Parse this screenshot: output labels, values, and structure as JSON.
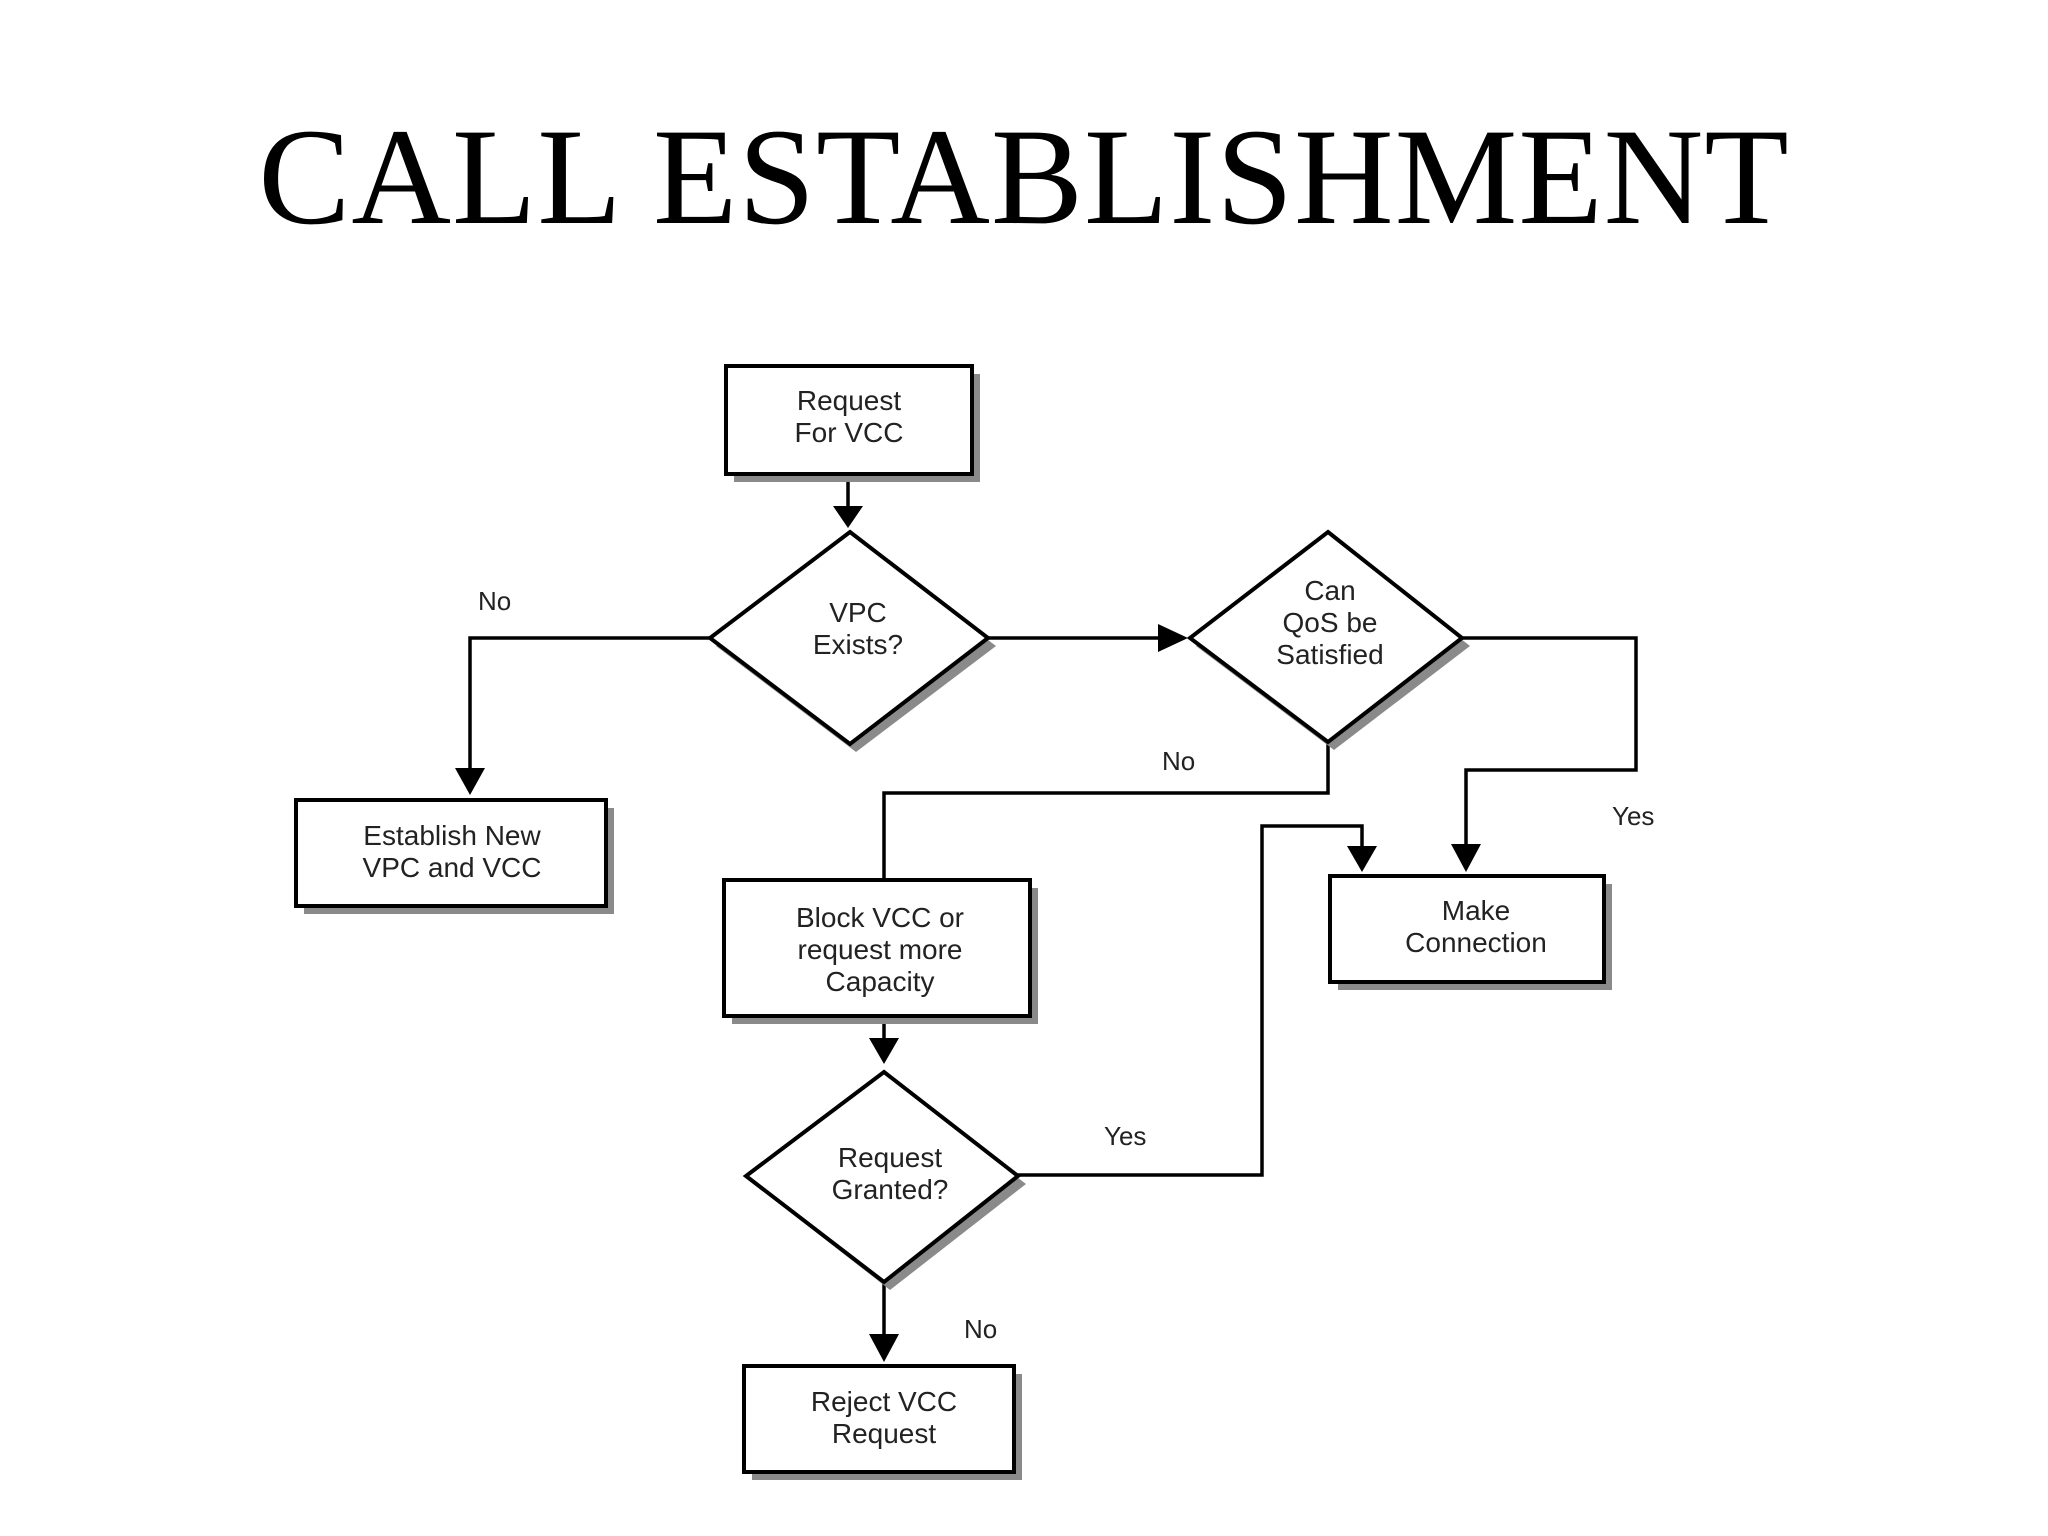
{
  "title": "CALL ESTABLISHMENT",
  "nodes": {
    "request_vcc": {
      "lines": [
        "Request",
        "For VCC"
      ]
    },
    "vpc_exists": {
      "lines": [
        "VPC",
        "Exists?"
      ]
    },
    "can_qos": {
      "lines": [
        "Can",
        "QoS be",
        "Satisfied"
      ]
    },
    "establish_new": {
      "lines": [
        "Establish New",
        "VPC and VCC"
      ]
    },
    "block_vcc": {
      "lines": [
        "Block VCC or",
        "request more",
        "Capacity"
      ]
    },
    "make_connection": {
      "lines": [
        "Make",
        "Connection"
      ]
    },
    "request_granted": {
      "lines": [
        "Request",
        "Granted?"
      ]
    },
    "reject_vcc": {
      "lines": [
        "Reject VCC",
        "Request"
      ]
    }
  },
  "edges": {
    "vpc_no": "No",
    "qos_no": "No",
    "qos_yes": "Yes",
    "granted_yes": "Yes",
    "granted_no": "No"
  }
}
